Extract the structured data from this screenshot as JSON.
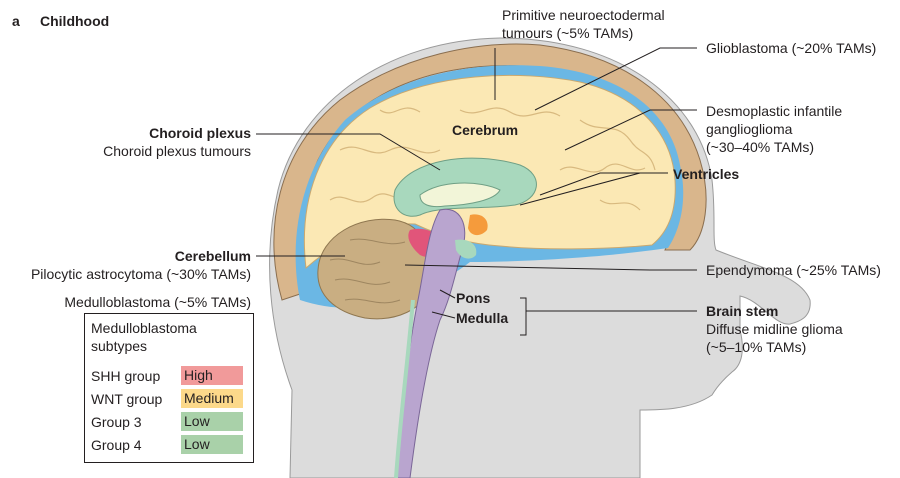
{
  "panel": {
    "letter": "a",
    "title": "Childhood"
  },
  "regions": {
    "cerebrum": "Cerebrum",
    "choroid_plexus": "Choroid plexus",
    "cerebellum": "Cerebellum",
    "ventricles": "Ventricles",
    "pons": "Pons",
    "medulla": "Medulla",
    "brain_stem": "Brain stem"
  },
  "tumours": {
    "pnet_1": "Primitive neuroectodermal",
    "pnet_2": "tumours (~5% TAMs)",
    "glioblastoma": "Glioblastoma (~20% TAMs)",
    "dig_1": "Desmoplastic infantile",
    "dig_2": "ganglioglioma",
    "dig_3": "(~30–40% TAMs)",
    "choroid_plexus_tumours": "Choroid plexus tumours",
    "pilocytic": "Pilocytic astrocytoma (~30% TAMs)",
    "medulloblastoma": "Medulloblastoma (~5% TAMs)",
    "ependymoma": "Ependymoma (~25% TAMs)",
    "dmg_1": "Diffuse midline glioma",
    "dmg_2": "(~5–10% TAMs)"
  },
  "legend": {
    "title_1": "Medulloblastoma",
    "title_2": "subtypes",
    "rows": [
      {
        "group": "SHH group",
        "level": "High",
        "color": "#f19a9a"
      },
      {
        "group": "WNT group",
        "level": "Medium",
        "color": "#fcd98a"
      },
      {
        "group": "Group 3",
        "level": "Low",
        "color": "#a9d1a9"
      },
      {
        "group": "Group 4",
        "level": "Low",
        "color": "#a9d1a9"
      }
    ]
  },
  "colors": {
    "skin": "#dcdcdc",
    "skull": "#d9b68c",
    "brain": "#fbe8b4",
    "csf": "#6bb7e4",
    "cerebellum": "#c9ae82",
    "brainstem": "#b9a5cf",
    "ventricle": "#a8d8bd",
    "shh": "#e1557a",
    "wnt": "#f59b3c"
  }
}
